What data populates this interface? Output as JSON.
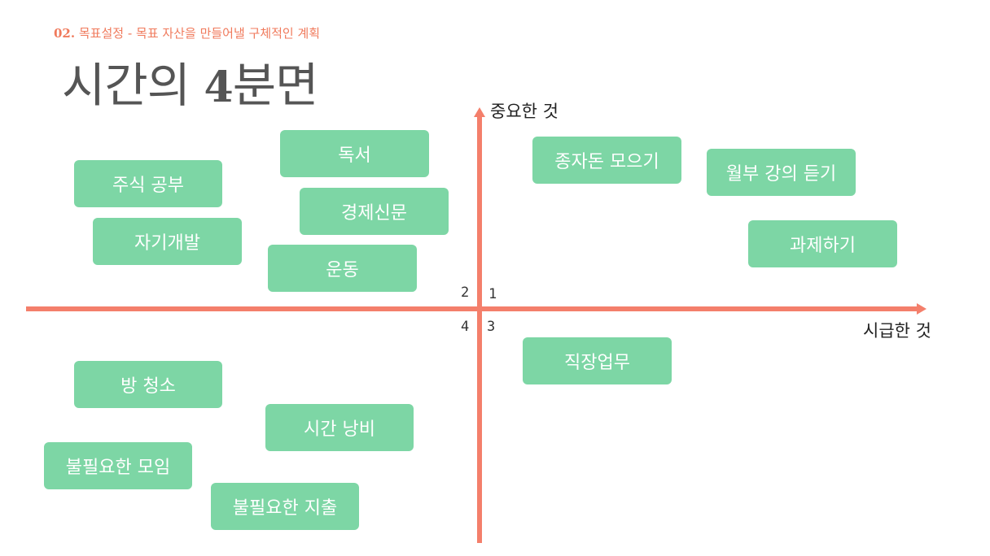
{
  "header": {
    "section_number": "02.",
    "section_text": " 목표설정 - 목표 자산을 만들어낼 구체적인 계획"
  },
  "title": {
    "text_before": "시간의 ",
    "bold_number": "4",
    "text_after": "분면"
  },
  "axes": {
    "vertical_label": "중요한 것",
    "horizontal_label": "시급한 것",
    "color": "#f47f6b"
  },
  "quadrants": {
    "q1": "1",
    "q2": "2",
    "q3": "3",
    "q4": "4"
  },
  "tasks": [
    {
      "label": "독서",
      "quadrant": 2
    },
    {
      "label": "주식 공부",
      "quadrant": 2
    },
    {
      "label": "경제신문",
      "quadrant": 2
    },
    {
      "label": "자기개발",
      "quadrant": 2
    },
    {
      "label": "운동",
      "quadrant": 2
    },
    {
      "label": "종자돈 모으기",
      "quadrant": 1
    },
    {
      "label": "월부 강의 듣기",
      "quadrant": 1
    },
    {
      "label": "과제하기",
      "quadrant": 1
    },
    {
      "label": "직장업무",
      "quadrant": 3
    },
    {
      "label": "방 청소",
      "quadrant": 4
    },
    {
      "label": "시간 낭비",
      "quadrant": 4
    },
    {
      "label": "불필요한 모임",
      "quadrant": 4
    },
    {
      "label": "불필요한 지출",
      "quadrant": 4
    }
  ],
  "colors": {
    "task_box": "#7dd6a5",
    "accent": "#f07a5c"
  }
}
